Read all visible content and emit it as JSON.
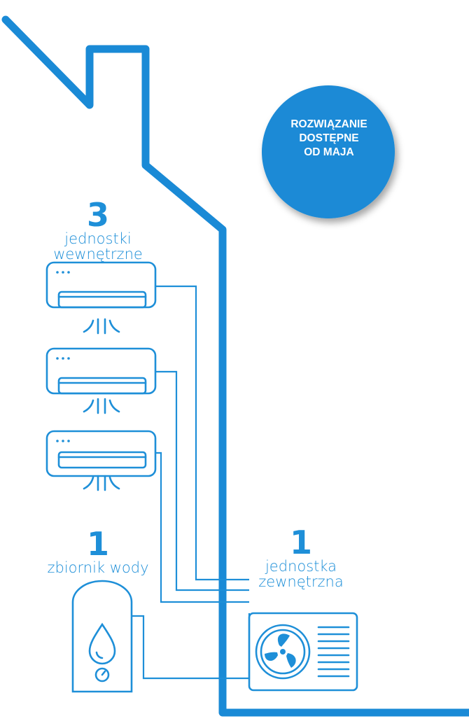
{
  "badge": {
    "line1": "ROZWIĄZANIE",
    "line2": "DOSTĘPNE",
    "line3": "OD MAJA"
  },
  "indoor": {
    "count": "3",
    "line1": "jednostki",
    "line2": "wewnętrzne"
  },
  "tank": {
    "count": "1",
    "label": "zbiornik wody"
  },
  "outdoor": {
    "count": "1",
    "line1": "jednostka",
    "line2": "zewnętrzna"
  },
  "colors": {
    "accent": "#1e8fd8",
    "badge": "#1a8ad6",
    "background": "#ffffff"
  },
  "icons": [
    "house-outline",
    "ac-indoor-unit",
    "water-drop-icon",
    "gauge-icon",
    "fan-icon",
    "outdoor-unit"
  ]
}
